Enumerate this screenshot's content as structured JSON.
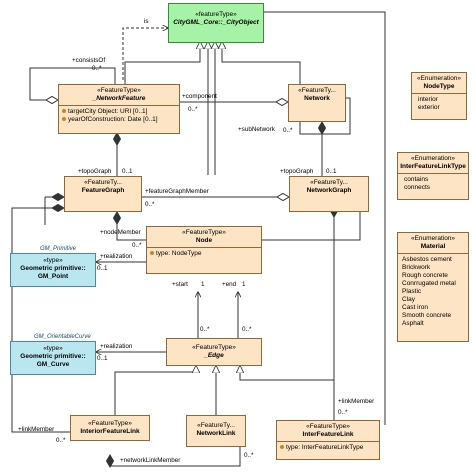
{
  "classes": {
    "cityobject": {
      "stereotype": "«featureType»",
      "name": "CityGML_Core::_CityObject"
    },
    "networkfeature": {
      "stereotype": "«FeatureType»",
      "name": "_NetworkFeature",
      "attrs": [
        "targetCity Object: URI [0..1]",
        "yearOfConstruction: Date [0..1]"
      ]
    },
    "network": {
      "stereotype": "«FeatureTy...",
      "name": "Network"
    },
    "featuregraph": {
      "stereotype": "«FeatureTy...",
      "name": "FeatureGraph"
    },
    "networkgraph": {
      "stereotype": "«FeatureTy...",
      "name": "NetworkGraph"
    },
    "node": {
      "stereotype": "«FeatureType»",
      "name": "Node",
      "attrs": [
        "type: NodeType"
      ]
    },
    "edge": {
      "stereotype": "«FeatureType»",
      "name": "_Edge"
    },
    "point": {
      "package": "GM_Primitive",
      "stereotype": "«type»",
      "name1": "Geometric primitive::",
      "name2": "GM_Point"
    },
    "curve": {
      "package": "GM_OrientableCurve",
      "stereotype": "«type»",
      "name1": "Geometric primitive::",
      "name2": "GM_Curve"
    },
    "interiorlink": {
      "stereotype": "«FeatureType»",
      "name": "InteriorFeatureLink"
    },
    "networklink": {
      "stereotype": "«FeatureTy...",
      "name": "NetworkLink"
    },
    "interlink": {
      "stereotype": "«FeatureType»",
      "name": "InterFeatureLink",
      "attrs": [
        "type: InterFeatureLinkType"
      ]
    }
  },
  "enums": {
    "nodetype": {
      "stereotype": "«Enumeration»",
      "name": "NodeType",
      "literals": [
        "interior",
        "exterior"
      ]
    },
    "linktype": {
      "stereotype": "«Enumeration»",
      "name": "InterFeatureLinkType",
      "literals": [
        "contains",
        "connects"
      ]
    },
    "material": {
      "stereotype": "«Enumeration»",
      "name": "Material",
      "literals": [
        "Asbestos cement",
        "Brickwork",
        "Rough concrete",
        "Conrrugated metal",
        "Plastic",
        "Clay",
        "Cast iron",
        "Smooth concrete",
        "Asphalt"
      ]
    }
  },
  "labels": {
    "is": "is",
    "consistsOf": "+consistsOf",
    "m_0star_a": "0..*",
    "component": "+component",
    "m_0star_b": "0..*",
    "subNetwork": "+subNetwork",
    "m_0star_c": "0..*",
    "topoGraph1": "+topoGraph",
    "m_01_a": "0..1",
    "topoGraph2": "+topoGraph",
    "m_01_b": "0..1",
    "featureGraphMember": "+featureGraphMember",
    "m_0star_d": "0..*",
    "nodeMember": "+nodeMember",
    "m_0star_e": "0..*",
    "realization1": "+realization",
    "m_01_c": "0..1",
    "start": "+start",
    "end": "+end",
    "m_1_a": "1",
    "m_1_b": "1",
    "m_0star_f": "0..*",
    "m_0star_g": "0..*",
    "realization2": "+realization",
    "m_01_d": "0..1",
    "linkMember1": "+linkMember",
    "m_0star_h": "0..*",
    "linkMember2": "+linkMember",
    "m_0star_i": "0..*",
    "networkLinkMember": "+networkLinkMember",
    "m_0star_j": "0..*"
  }
}
